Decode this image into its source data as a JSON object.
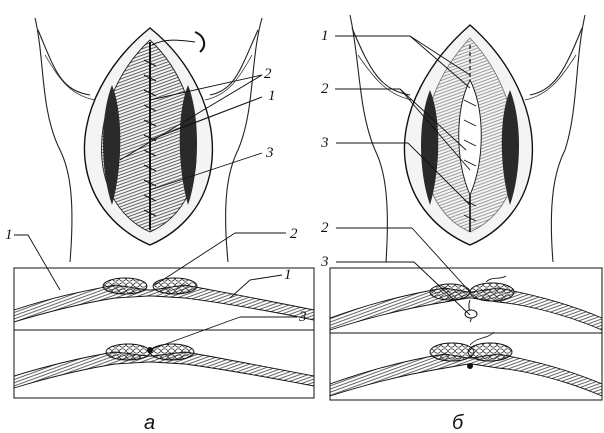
{
  "panels": [
    {
      "caption": "а",
      "labels": [
        "2",
        "1",
        "3",
        "1",
        "2",
        "1",
        "3"
      ]
    },
    {
      "caption": "б",
      "labels": [
        "1",
        "2",
        "3",
        "2",
        "3"
      ]
    }
  ]
}
